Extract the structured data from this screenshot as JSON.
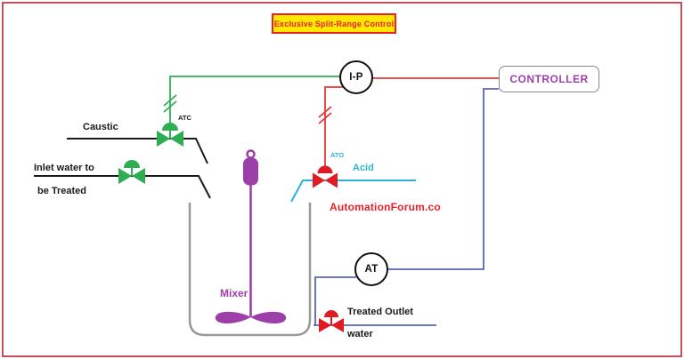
{
  "title_banner": {
    "text": "Exclusive Split-Range Control"
  },
  "controller": {
    "label": "CONTROLLER"
  },
  "instruments": {
    "ip_converter": "I-P",
    "analyzer_transmitter": "AT"
  },
  "streams": {
    "caustic": "Caustic",
    "inlet_line1": "Inlet water to",
    "inlet_line2": "be Treated",
    "acid": "Acid",
    "outlet_line1": "Treated Outlet",
    "outlet_line2": "water"
  },
  "valves": {
    "caustic_action": "ATC",
    "acid_action": "ATO"
  },
  "equipment": {
    "mixer": "Mixer"
  },
  "branding": "AutomationForum.co",
  "colors": {
    "border_red": "#c74f5e",
    "title_red": "#e8222a",
    "title_yellow": "#ffe800",
    "green": "#2eae52",
    "red": "#e03a3a",
    "valve_red": "#e01b24",
    "blue": "#5866b4",
    "cyan": "#2ab3d6",
    "purple": "#9c3fa8",
    "gray": "#9a9a9a",
    "black": "#1a1a1a"
  }
}
